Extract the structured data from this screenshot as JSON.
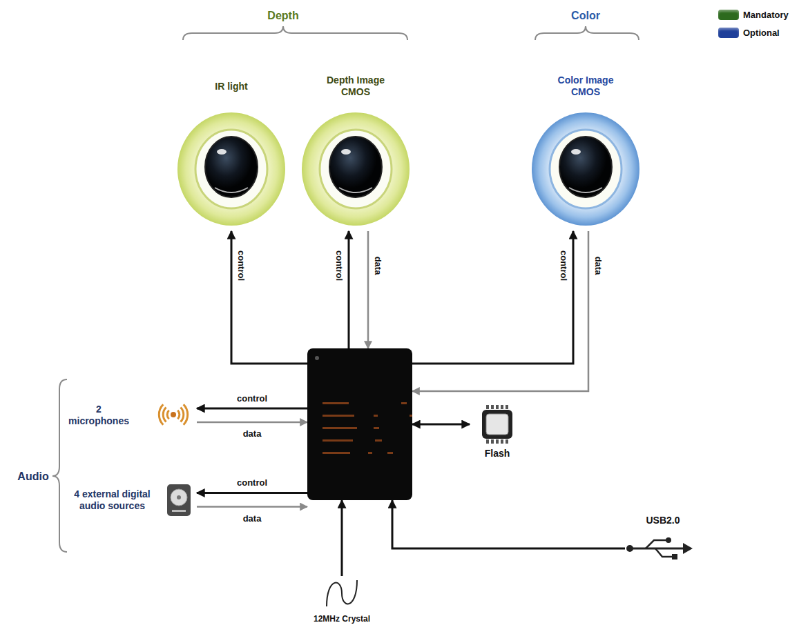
{
  "diagram": {
    "nodes": [
      {
        "text": [
          "IR light"
        ]
      },
      {
        "text": [
          "Depth Image CMOS"
        ]
      },
      {
        "text": [
          "Color Image CMOS"
        ]
      },
      {
        "text": []
      },
      {
        "text": [
          "2 microphones"
        ]
      },
      {
        "text": [
          "4 external digital audio sources"
        ]
      },
      {
        "text": [
          "Flash"
        ]
      },
      {
        "text": [
          "12MHz Crystal"
        ]
      },
      {
        "text": [
          "USB2.0"
        ]
      }
    ],
    "edges": [
      {
        "from": 3,
        "to": 0,
        "label": "control",
        "arrow": "to"
      },
      {
        "from": 3,
        "to": 1,
        "label": "control",
        "arrow": "to"
      },
      {
        "from": 1,
        "to": 3,
        "label": "data",
        "arrow": "to"
      },
      {
        "from": 3,
        "to": 2,
        "label": "control",
        "arrow": "to"
      },
      {
        "from": 2,
        "to": 3,
        "label": "data",
        "arrow": "to"
      },
      {
        "from": 3,
        "to": 4,
        "label": "control",
        "arrow": "to"
      },
      {
        "from": 4,
        "to": 3,
        "label": "data",
        "arrow": "to"
      },
      {
        "from": 3,
        "to": 5,
        "label": "control",
        "arrow": "to"
      },
      {
        "from": 5,
        "to": 3,
        "label": "data",
        "arrow": "to"
      },
      {
        "from": 3,
        "to": 6,
        "arrow": "both"
      },
      {
        "from": 7,
        "to": 3,
        "arrow": "to"
      },
      {
        "from": 8,
        "to": 3,
        "arrow": "to"
      }
    ],
    "labels": [
      "Depth",
      "Color",
      "Audio"
    ],
    "legend": [
      {
        "text": "Mandatory",
        "color": "#2d6a1e"
      },
      {
        "text": "Optional",
        "color": "#1e3f9a"
      }
    ]
  }
}
